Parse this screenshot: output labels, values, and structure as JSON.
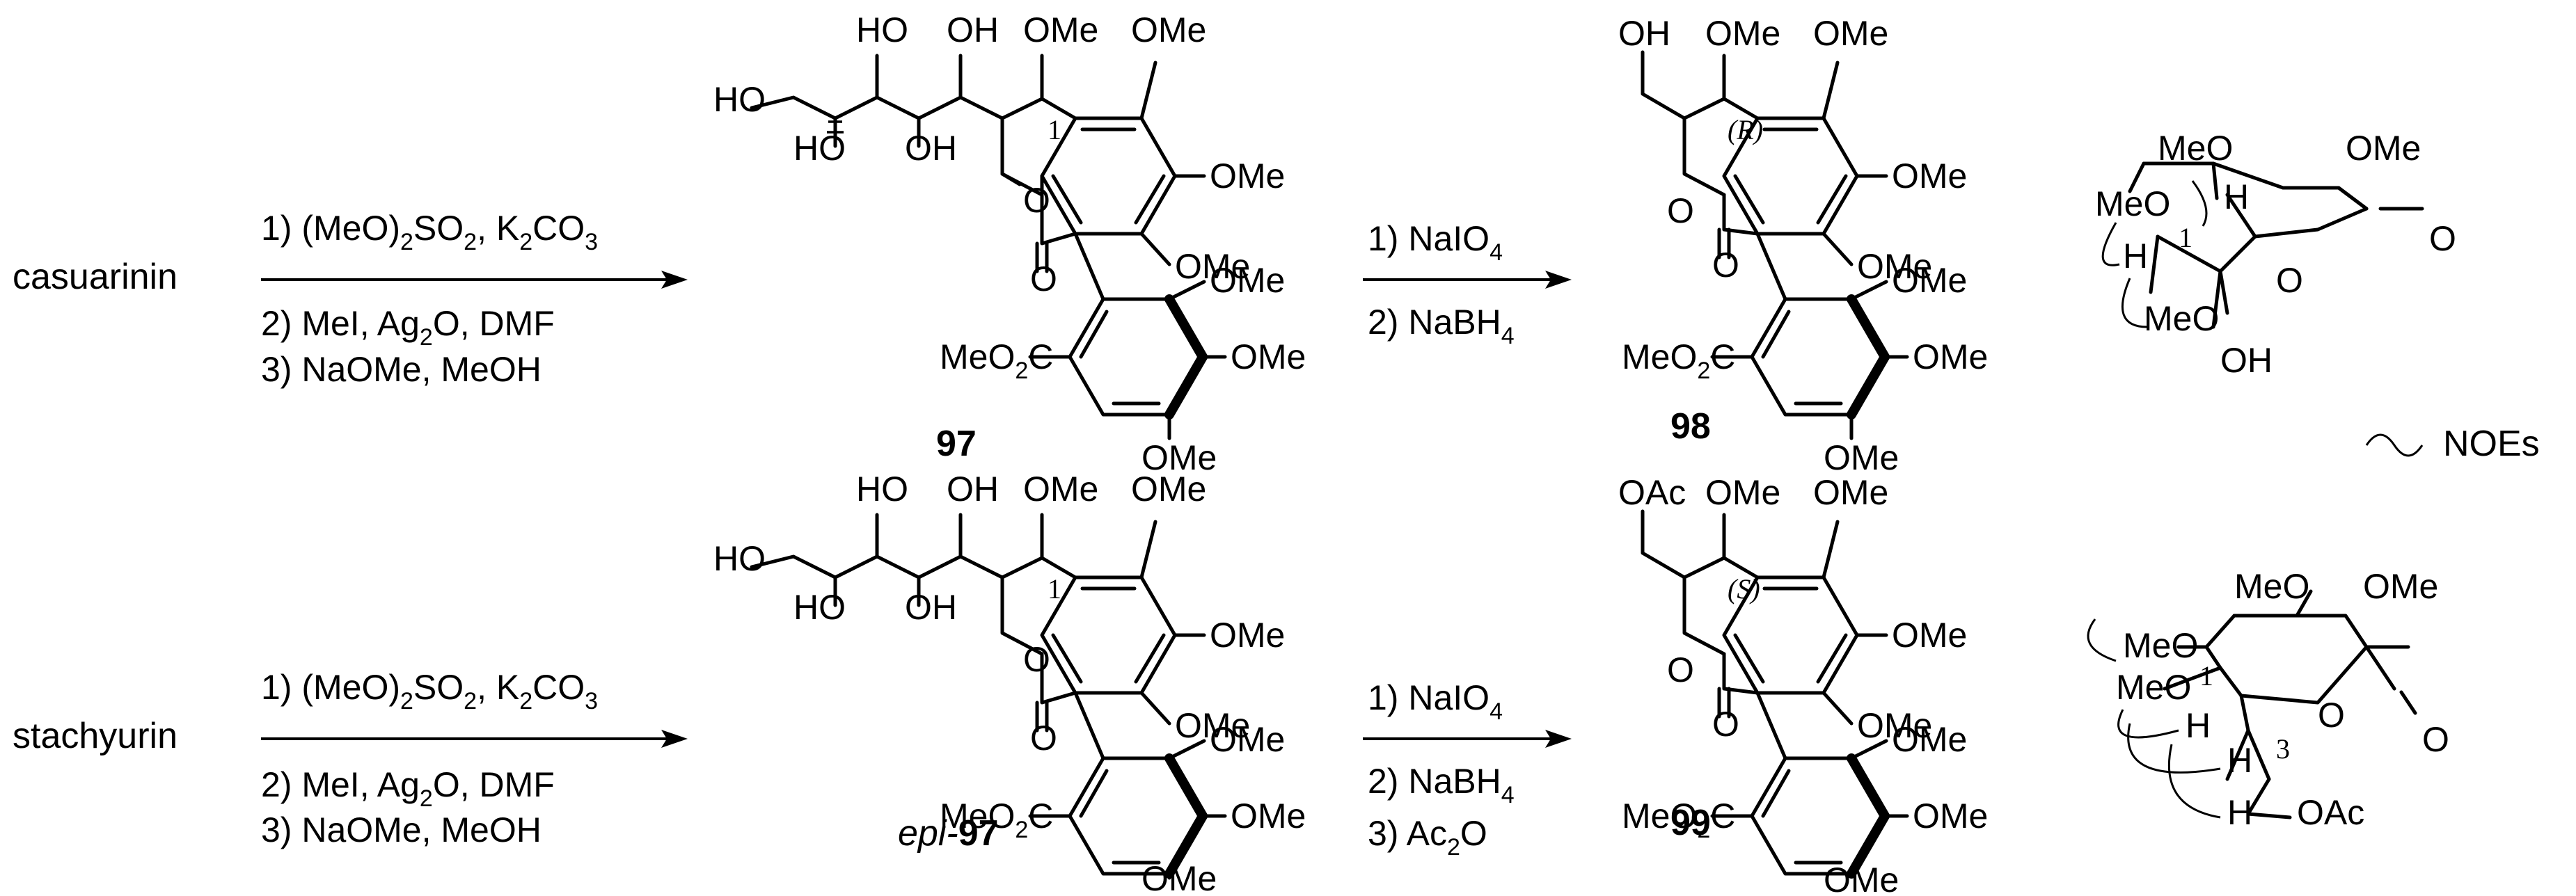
{
  "rows": [
    {
      "start": "casuarinin",
      "step1": [
        "1) (MeO)",
        "2",
        "SO",
        "2",
        ", K",
        "2",
        "CO",
        "3"
      ],
      "step2": [
        "2) MeI, Ag",
        "2",
        "O, DMF"
      ],
      "step3": "3) NaOMe, MeOH",
      "intermediate": {
        "label": "97",
        "prefix": ""
      },
      "reagents2": [
        [
          "1) NaIO",
          "4"
        ],
        [
          "2) NaBH",
          "4"
        ]
      ],
      "product": {
        "label": "98",
        "config": "(R)"
      }
    },
    {
      "start": "stachyurin",
      "step1": [
        "1) (MeO)",
        "2",
        "SO",
        "2",
        ", K",
        "2",
        "CO",
        "3"
      ],
      "step2": [
        "2) MeI, Ag",
        "2",
        "O, DMF"
      ],
      "step3": "3) NaOMe, MeOH",
      "intermediate": {
        "label": "97",
        "prefix": "epi-"
      },
      "reagents2": [
        [
          "1) NaIO",
          "4"
        ],
        [
          "2) NaBH",
          "4"
        ],
        [
          "3) Ac",
          "2",
          "O"
        ]
      ],
      "product": {
        "label": "99",
        "config": "(S)"
      }
    }
  ],
  "groups": {
    "ome": "OMe",
    "meo": "MeO",
    "oh": "OH",
    "ho": "HO",
    "o": "O",
    "oac": "OAc",
    "meo2c": "MeO",
    "co2_sub": "2",
    "c": "C",
    "h": "H",
    "c1": "1",
    "c3": "3"
  },
  "legend": {
    "label": "NOEs"
  }
}
